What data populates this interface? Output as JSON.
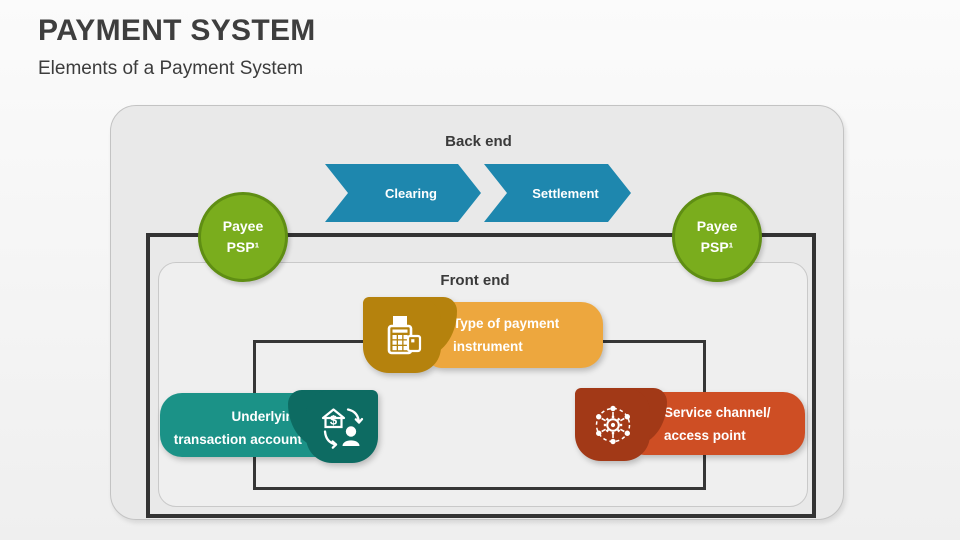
{
  "slide": {
    "title": "PAYMENT SYSTEM",
    "subtitle": "Elements of a Payment System"
  },
  "diagram": {
    "back_end_label": "Back end",
    "front_end_label": "Front end",
    "process_steps": [
      {
        "label": "Clearing"
      },
      {
        "label": "Settlement"
      }
    ],
    "psp_nodes": [
      {
        "position": "left",
        "line1": "Payee",
        "line2": "PSP¹"
      },
      {
        "position": "right",
        "line1": "Payee",
        "line2": "PSP¹"
      }
    ],
    "elements": [
      {
        "id": "payment-instrument",
        "line1": "Type of payment",
        "line2": "instrument",
        "icon": "pos-terminal-icon"
      },
      {
        "id": "transaction-account",
        "line1": "Underlying",
        "line2": "transaction account",
        "icon": "bank-exchange-icon"
      },
      {
        "id": "service-channel",
        "line1": "Service channel/",
        "line2": "access point",
        "icon": "network-hub-icon"
      }
    ],
    "colors": {
      "arrow_blue": "#1e87ae",
      "psp_green": "#7aad1d",
      "psp_green_border": "#5f8e13",
      "instrument_body": "#eda73e",
      "instrument_icon_bg": "#b5820d",
      "account_body": "#1b9287",
      "account_icon_bg": "#0d6b62",
      "channel_body": "#ce4e24",
      "channel_icon_bg": "#a23917",
      "frame_dark": "#333333",
      "container_gray": "#e9e9e9"
    }
  }
}
